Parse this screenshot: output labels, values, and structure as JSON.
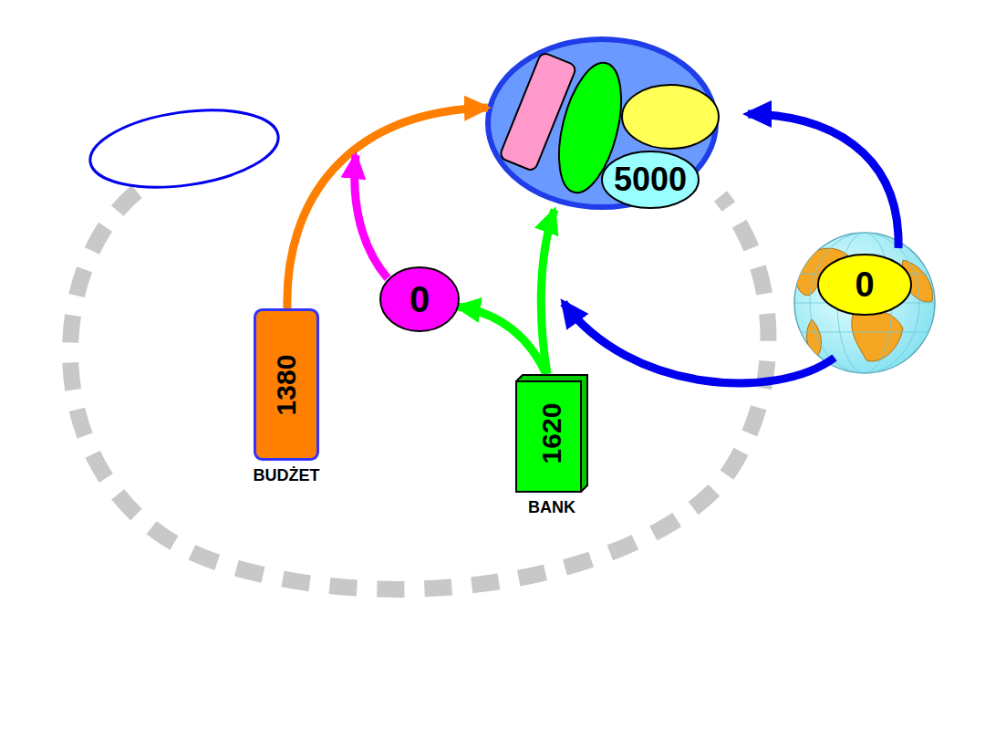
{
  "diagram": {
    "nodes": [
      {
        "text": [
          "5000"
        ]
      },
      {
        "text": [
          "0"
        ]
      },
      {
        "text": [
          "0"
        ]
      },
      {
        "text": [
          "1380",
          "BUDŻET"
        ]
      },
      {
        "text": [
          "1620",
          "BANK"
        ]
      }
    ],
    "edges": [
      {
        "from": 4,
        "to": 2,
        "arrow": "to"
      }
    ]
  }
}
